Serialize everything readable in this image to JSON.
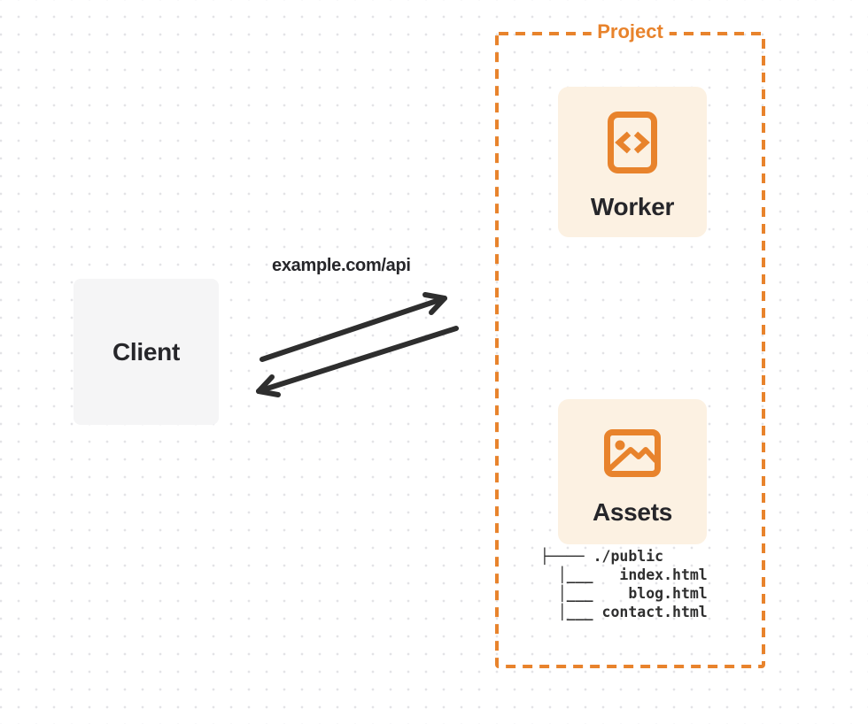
{
  "client": {
    "label": "Client"
  },
  "request": {
    "label": "example.com/api"
  },
  "project": {
    "label": "Project",
    "worker": {
      "label": "Worker",
      "icon": "code-file-icon"
    },
    "assets": {
      "label": "Assets",
      "icon": "image-icon"
    },
    "file_tree": {
      "root": "./public",
      "files": [
        "index.html",
        "blog.html",
        "contact.html"
      ],
      "lines": [
        "├──── ./public",
        "  │___   index.html",
        "  │___    blog.html",
        "  │___ contact.html"
      ]
    }
  },
  "colors": {
    "accent_orange": "#E8832C",
    "card_background": "#FCF1E2",
    "client_background": "#F5F5F6",
    "arrow": "#2E2E2E",
    "text_dark": "#26262A",
    "dot_grid": "#E3E3E6"
  }
}
